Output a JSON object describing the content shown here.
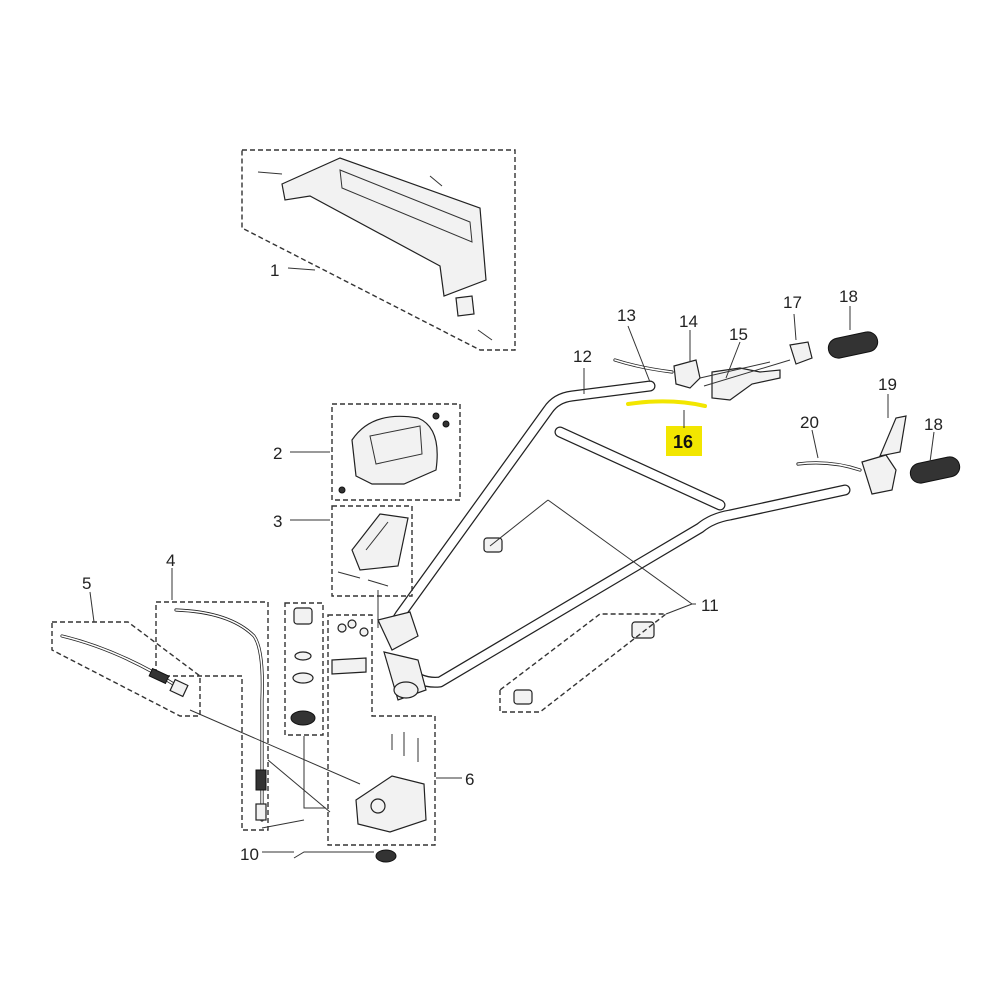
{
  "highlight_color": "#f2e600",
  "labels": {
    "l1": "1",
    "l2": "2",
    "l3": "3",
    "l4": "4",
    "l5": "5",
    "l6": "6",
    "l10": "10",
    "l11": "11",
    "l12": "12",
    "l13": "13",
    "l14": "14",
    "l15": "15",
    "l16": "16",
    "l17": "17",
    "l18a": "18",
    "l18b": "18",
    "l19": "19",
    "l20": "20"
  }
}
